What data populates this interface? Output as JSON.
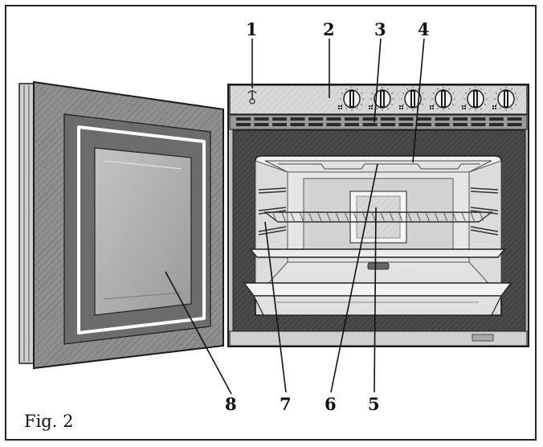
{
  "figure": {
    "caption": "Fig. 2",
    "callouts": [
      {
        "number": "1",
        "part": "knob-panel-light"
      },
      {
        "number": "2",
        "part": "control-panel"
      },
      {
        "number": "3",
        "part": "vent-slots"
      },
      {
        "number": "4",
        "part": "oven-ceiling"
      },
      {
        "number": "5",
        "part": "oven-back-light"
      },
      {
        "number": "6",
        "part": "oven-light"
      },
      {
        "number": "7",
        "part": "shelf-runners"
      },
      {
        "number": "8",
        "part": "oven-door"
      }
    ]
  },
  "colors": {
    "line": "#1a1a1a",
    "door_outer": "#8c8c8c",
    "door_frame": "#6f6f6f",
    "door_glass": "#b0b0b0",
    "panel": "#d6d6d6",
    "cavity_dark": "#4a4a4a",
    "cavity_light": "#e9e9e9"
  },
  "control_panel": {
    "knob_count": 6
  }
}
